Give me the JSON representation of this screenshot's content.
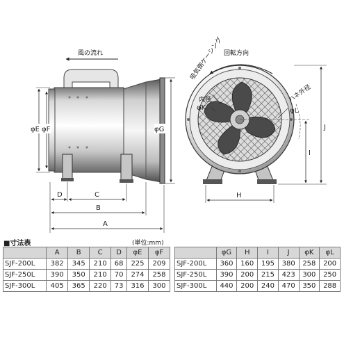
{
  "labels": {
    "air_flow": "風の流れ",
    "rotation": "回転方向",
    "inlet_casing": "吸気側ケーシング",
    "inner_dia": "内径",
    "phi_k": "φK",
    "blade_dia": "ハネ外径",
    "phi_l": "φL",
    "phi_e": "φE",
    "phi_f": "φF",
    "phi_g": "φG",
    "dim_a": "A",
    "dim_b": "B",
    "dim_c": "C",
    "dim_d": "D",
    "dim_h": "H",
    "dim_i": "I",
    "dim_j": "J"
  },
  "table_title": "■寸法表",
  "unit": "(単位:mm)",
  "table_left": {
    "headers": [
      "",
      "A",
      "B",
      "C",
      "D",
      "φE",
      "φF"
    ],
    "rows": [
      [
        "SJF-200L",
        "382",
        "345",
        "210",
        "68",
        "225",
        "209"
      ],
      [
        "SJF-250L",
        "390",
        "350",
        "210",
        "70",
        "274",
        "258"
      ],
      [
        "SJF-300L",
        "405",
        "365",
        "220",
        "73",
        "316",
        "300"
      ]
    ]
  },
  "table_right": {
    "headers": [
      "",
      "φG",
      "H",
      "I",
      "J",
      "φK",
      "φL"
    ],
    "rows": [
      [
        "SJF-200L",
        "360",
        "160",
        "195",
        "380",
        "258",
        "200"
      ],
      [
        "SJF-250L",
        "390",
        "200",
        "215",
        "423",
        "300",
        "250"
      ],
      [
        "SJF-300L",
        "440",
        "200",
        "240",
        "470",
        "350",
        "288"
      ]
    ]
  },
  "colors": {
    "body_light": "#f2f2f2",
    "body_mid": "#b8b8b8",
    "body_dark": "#555555",
    "header_bg": "#d7d7d7"
  }
}
